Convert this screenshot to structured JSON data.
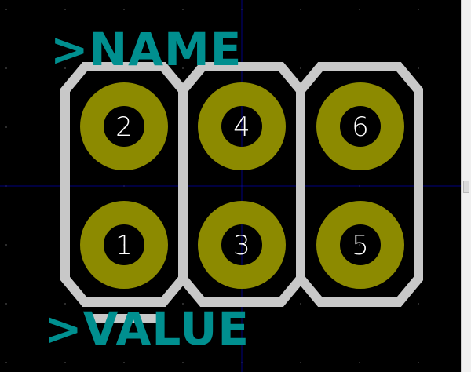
{
  "labels": {
    "name": ">NAME",
    "value": ">VALUE"
  },
  "pads": [
    {
      "number": "2"
    },
    {
      "number": "4"
    },
    {
      "number": "6"
    },
    {
      "number": "1"
    },
    {
      "number": "3"
    },
    {
      "number": "5"
    }
  ],
  "colors": {
    "background": "#000000",
    "silkscreen": "#c8c8c8",
    "pad": "#8c8a00",
    "drill": "#000000",
    "pad_number": "#ffffff",
    "label": "#008f8f",
    "axis": "#000080",
    "grid_dot": "#3a3a3a"
  }
}
